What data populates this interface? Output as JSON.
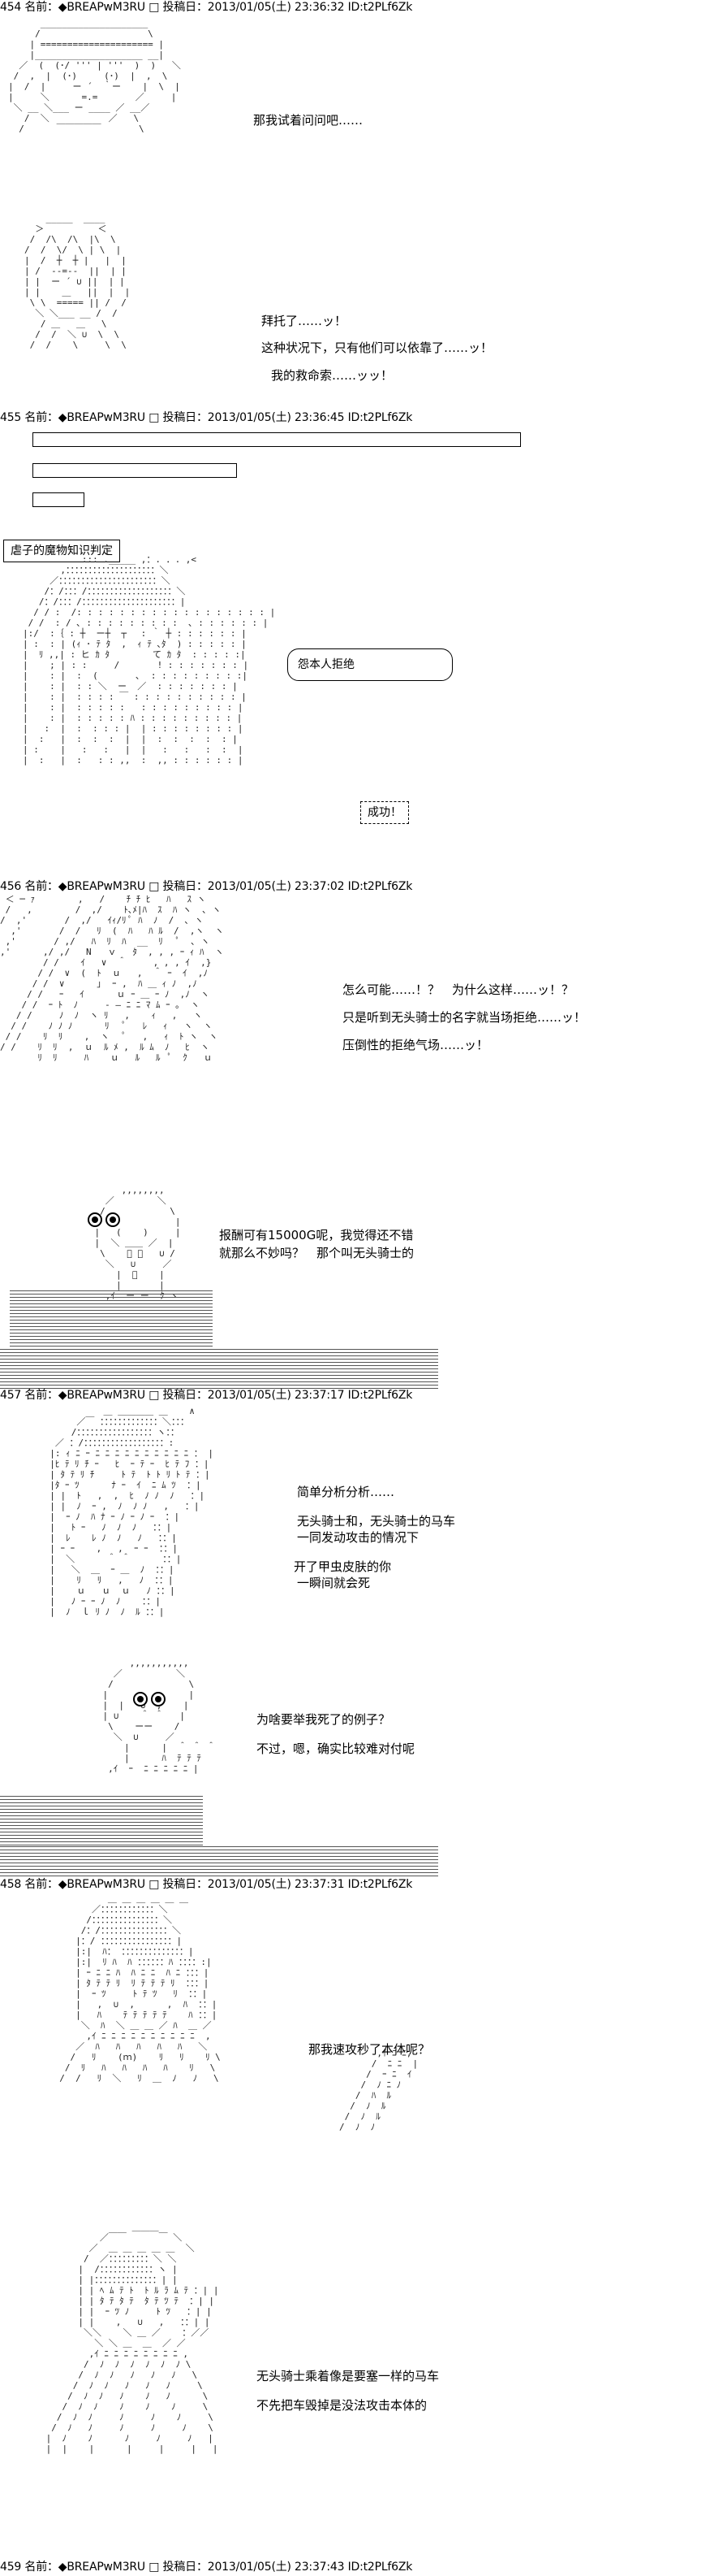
{
  "posts": [
    {
      "num": "454",
      "name_label": "名前：",
      "name": "◆BREAPwM3RU",
      "date_label": "投稿日：",
      "date": "2013/01/05(土) 23:36:32",
      "id": "ID:t2PLf6Zk"
    },
    {
      "num": "455",
      "name_label": "名前：",
      "name": "◆BREAPwM3RU",
      "date_label": "投稿日：",
      "date": "2013/01/05(土) 23:36:45",
      "id": "ID:t2PLf6Zk"
    },
    {
      "num": "456",
      "name_label": "名前：",
      "name": "◆BREAPwM3RU",
      "date_label": "投稿日：",
      "date": "2013/01/05(土) 23:37:02",
      "id": "ID:t2PLf6Zk"
    },
    {
      "num": "457",
      "name_label": "名前：",
      "name": "◆BREAPwM3RU",
      "date_label": "投稿日：",
      "date": "2013/01/05(土) 23:37:17",
      "id": "ID:t2PLf6Zk"
    },
    {
      "num": "458",
      "name_label": "名前：",
      "name": "◆BREAPwM3RU",
      "date_label": "投稿日：",
      "date": "2013/01/05(土) 23:37:31",
      "id": "ID:t2PLf6Zk"
    },
    {
      "num": "459",
      "name_label": "名前：",
      "name": "◆BREAPwM3RU",
      "date_label": "投稿日：",
      "date": "2013/01/05(土) 23:37:43",
      "id": "ID:t2PLf6Zk"
    }
  ],
  "dialogue": {
    "p454_a": "那我试着问问吧……",
    "p454_b1": "拜托了……ッ！",
    "p454_b2": "这种状况下，只有他们可以依靠了……ッ！",
    "p454_b3": "我的救命索……ッッ！",
    "p455_label": "虐子的魔物知识判定",
    "p455_bubble": "怨本人拒绝",
    "p455_success": "成功！",
    "p456_a1": "怎么可能……！？　为什么这样……ッ！？",
    "p456_a2": "只是听到无头骑士的名字就当场拒绝……ッ！",
    "p456_a3": "压倒性的拒绝气场……ッ！",
    "p456_b1": "报酬可有15000G呢，我觉得还不错",
    "p456_b2": "就那么不妙吗？　那个叫无头骑士的",
    "p457_a1": "简单分析分析……",
    "p457_a2": "无头骑士和，无头骑士的马车",
    "p457_a3": "一同发动攻击的情况下",
    "p457_a4": "开了甲虫皮肤的你",
    "p457_a5": "一瞬间就会死",
    "p457_b1": "为啥要举我死了的例子？",
    "p457_b2": "不过，嗯，确实比较难对付呢",
    "p458_a1": "那我速攻秒了本体呢？",
    "p458_b1": "无头骑士乘着像是要塞一样的马车",
    "p458_b2": "不先把车毁掉是没法攻击本体的"
  },
  "icons": {
    "header_marker": "white-square-icon"
  }
}
